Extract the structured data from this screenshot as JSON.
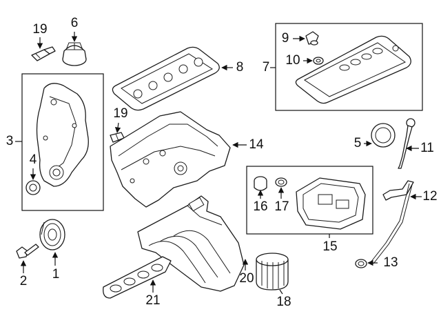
{
  "callouts": {
    "c1": "1",
    "c2": "2",
    "c3": "3",
    "c4": "4",
    "c5": "5",
    "c6": "6",
    "c7": "7",
    "c8": "8",
    "c9": "9",
    "c10": "10",
    "c11": "11",
    "c12": "12",
    "c13": "13",
    "c14": "14",
    "c15": "15",
    "c16": "16",
    "c17": "17",
    "c18": "18",
    "c19a": "19",
    "c19b": "19",
    "c20": "20",
    "c21": "21"
  }
}
